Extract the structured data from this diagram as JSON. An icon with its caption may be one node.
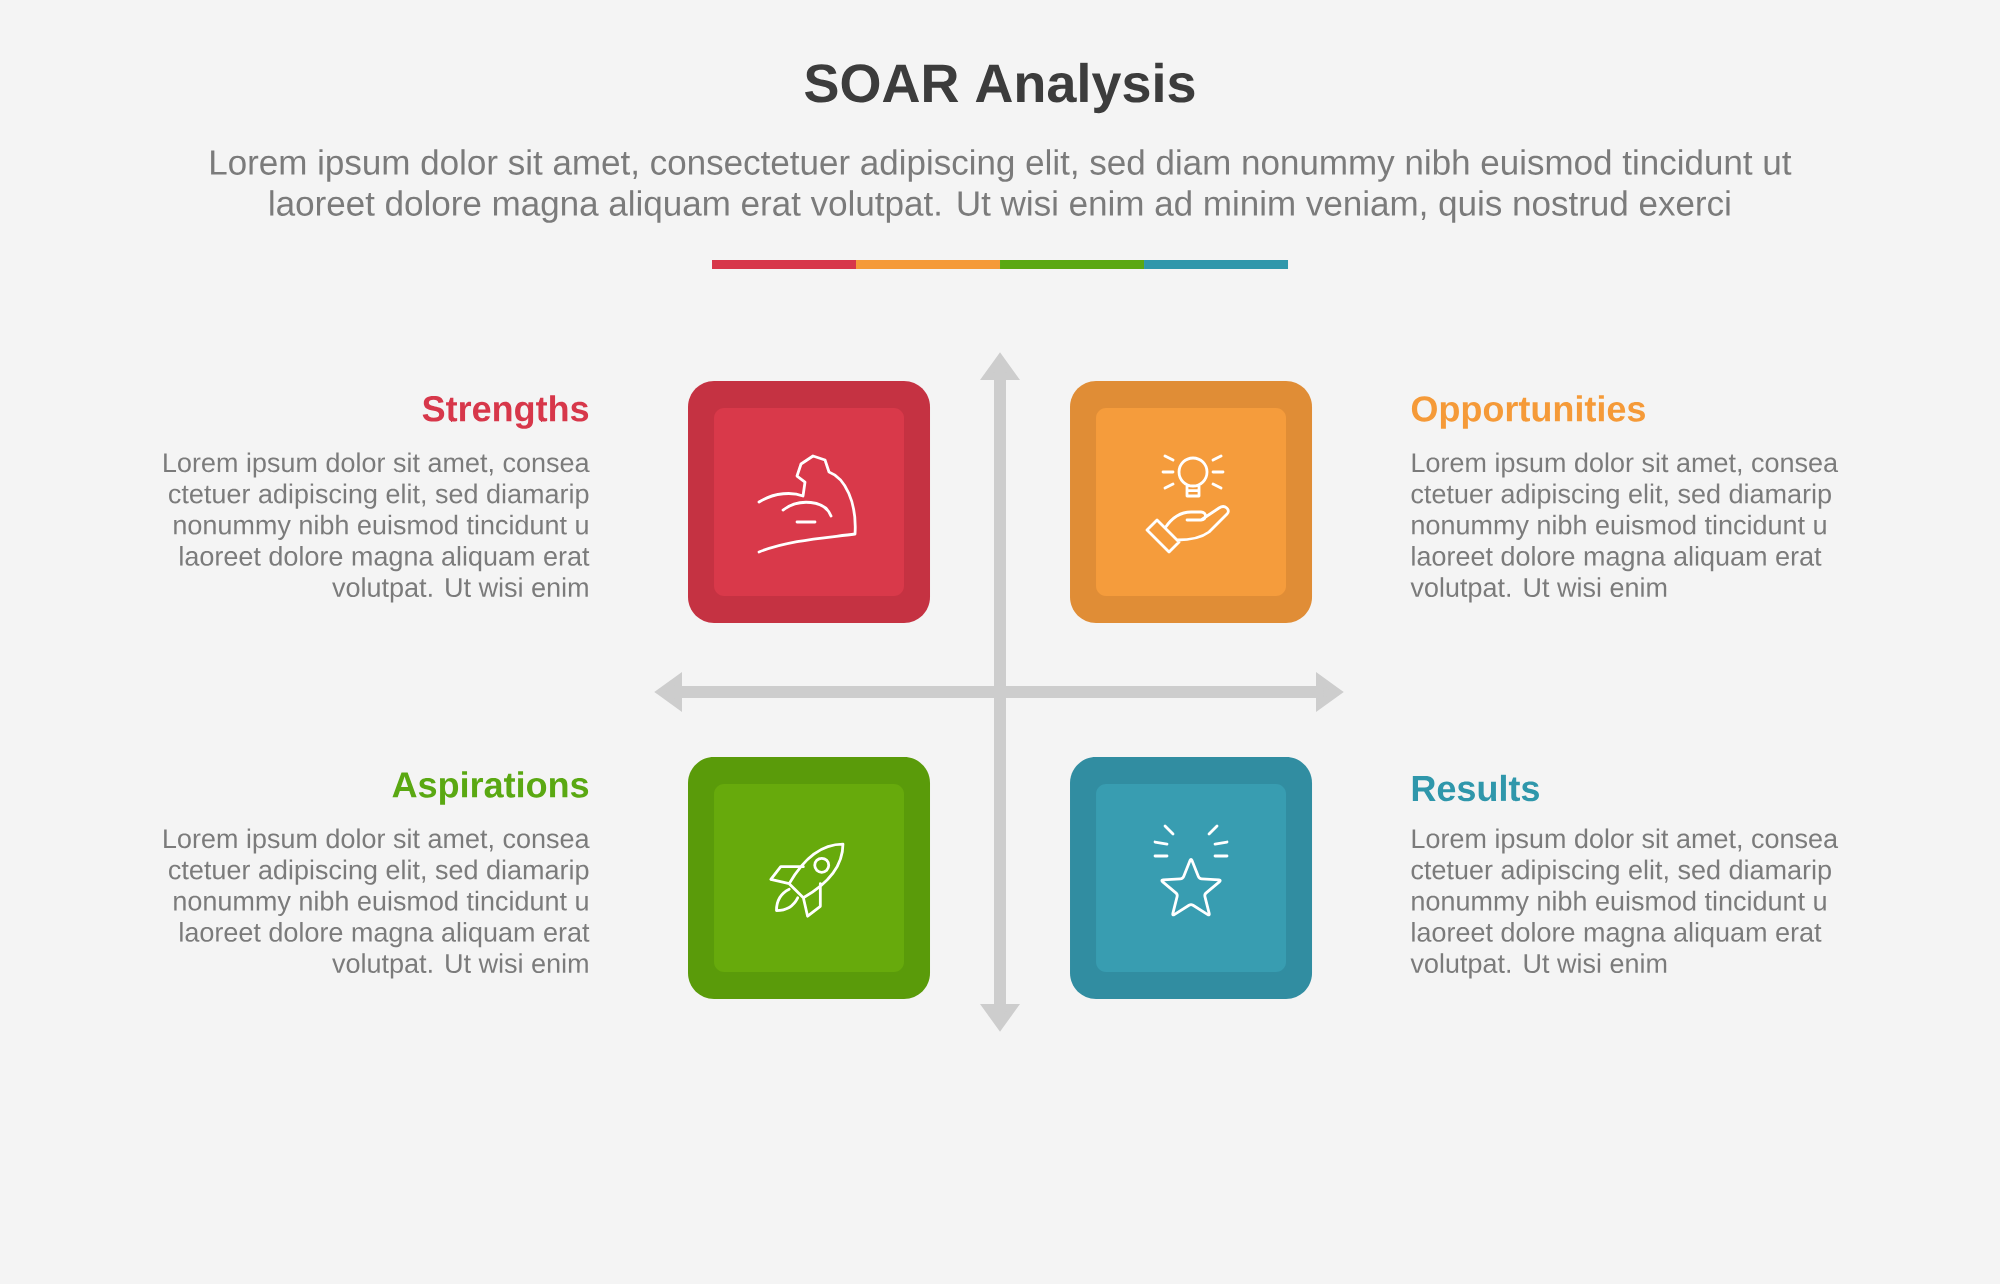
{
  "diagram": {
    "title": "SOAR Analysis",
    "nodes": [
      {
        "text": [],
        "shape": "box",
        "beside": [
          "Strengths",
          "Lorem ipsum dolor sit amet, consea ctetuer adipiscing elit, sed diamarip nonummy nibh euismod tincidunt u laoreet dolore magna aliquam erat volutpat. Ut wisi enim"
        ]
      },
      {
        "text": [],
        "shape": "box",
        "beside": [
          "Opportunities",
          "Lorem ipsum dolor sit amet, consea ctetuer adipiscing elit, sed diamarip nonummy nibh euismod tincidunt u laoreet dolore magna aliquam erat volutpat. Ut wisi enim"
        ]
      },
      {
        "text": [],
        "shape": "box",
        "beside": [
          "Aspirations",
          "Lorem ipsum dolor sit amet, consea ctetuer adipiscing elit, sed diamarip nonummy nibh euismod tincidunt u laoreet dolore magna aliquam erat volutpat. Ut wisi enim"
        ]
      },
      {
        "text": [],
        "shape": "box",
        "beside": [
          "Results",
          "Lorem ipsum dolor sit amet, consea ctetuer adipiscing elit, sed diamarip nonummy nibh euismod tincidunt u laoreet dolore magna aliquam erat volutpat. Ut wisi enim"
        ]
      }
    ],
    "labels": [
      "Lorem ipsum dolor sit amet, consectetuer adipiscing elit, sed diam nonummy nibh euismod tincidunt ut laoreet dolore magna aliquam erat volutpat. Ut wisi enim ad minim veniam, quis nostrud exerci"
    ]
  }
}
